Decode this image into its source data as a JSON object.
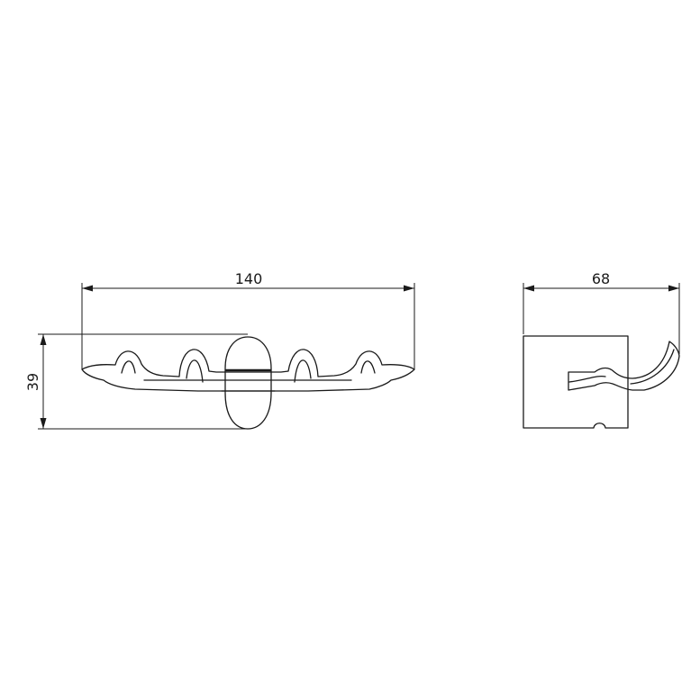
{
  "drawing": {
    "front_view": {
      "width_dimension": "140",
      "height_dimension": "39"
    },
    "side_view": {
      "depth_dimension": "68"
    }
  }
}
